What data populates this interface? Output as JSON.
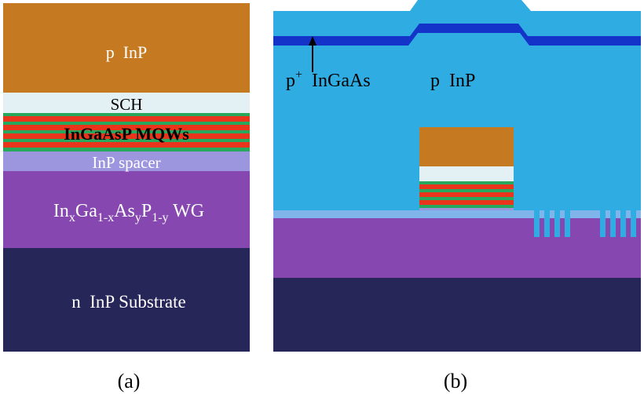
{
  "panel_a": {
    "layers": {
      "p_inp": "p  InP",
      "sch": "SCH",
      "mqw": "InGaAsP MQWs",
      "spacer": "InP spacer",
      "wg": {
        "t1": "In",
        "s1": "x",
        "t2": "Ga",
        "s2": "1-x",
        "t3": "As",
        "s3": "y",
        "t4": "P",
        "s4": "1-y",
        "t5": " WG"
      },
      "substrate": "n  InP Substrate"
    },
    "caption": "(a)"
  },
  "panel_b": {
    "contact_label_base": "p",
    "contact_label_sup": "+",
    "contact_label_rest": "  InGaAs",
    "cladding_label": "p  InP",
    "caption": "(b)"
  },
  "colors": {
    "p_inp": "#C57A21",
    "sch": "#E4F1F4",
    "mqw_red": "#E8351C",
    "mqw_green": "#27A85C",
    "spacer": "#9C96DE",
    "waveguide": "#8648B0",
    "substrate": "#262659",
    "cladding": "#2FADE2",
    "contact": "#1433C8",
    "caption": "#000000"
  }
}
